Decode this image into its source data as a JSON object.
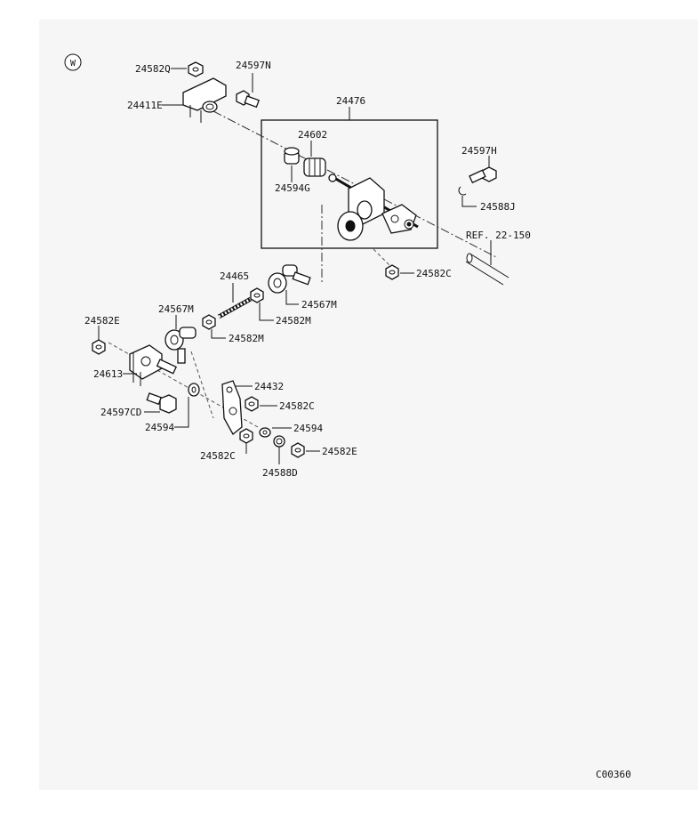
{
  "diagram": {
    "view_marker": "W",
    "figure_code": "C00360",
    "parts": [
      {
        "id": "p1",
        "label": "24582Q"
      },
      {
        "id": "p2",
        "label": "24597N"
      },
      {
        "id": "p3",
        "label": "24411E"
      },
      {
        "id": "p4",
        "label": "24476"
      },
      {
        "id": "p5",
        "label": "24602"
      },
      {
        "id": "p6",
        "label": "24594G"
      },
      {
        "id": "p7",
        "label": "24597H"
      },
      {
        "id": "p8",
        "label": "24588J"
      },
      {
        "id": "p9",
        "label": "REF. 22-150"
      },
      {
        "id": "p10",
        "label": "24582C"
      },
      {
        "id": "p11",
        "label": "24465"
      },
      {
        "id": "p12",
        "label": "24567M"
      },
      {
        "id": "p13",
        "label": "24582M"
      },
      {
        "id": "p14",
        "label": "24567M"
      },
      {
        "id": "p15",
        "label": "24582M"
      },
      {
        "id": "p16",
        "label": "24582E"
      },
      {
        "id": "p17",
        "label": "24613"
      },
      {
        "id": "p18",
        "label": "24597CD"
      },
      {
        "id": "p19",
        "label": "24594"
      },
      {
        "id": "p20",
        "label": "24432"
      },
      {
        "id": "p21",
        "label": "24582C"
      },
      {
        "id": "p22",
        "label": "24594"
      },
      {
        "id": "p23",
        "label": "24582E"
      },
      {
        "id": "p24",
        "label": "24582C"
      },
      {
        "id": "p25",
        "label": "24588D"
      }
    ]
  }
}
